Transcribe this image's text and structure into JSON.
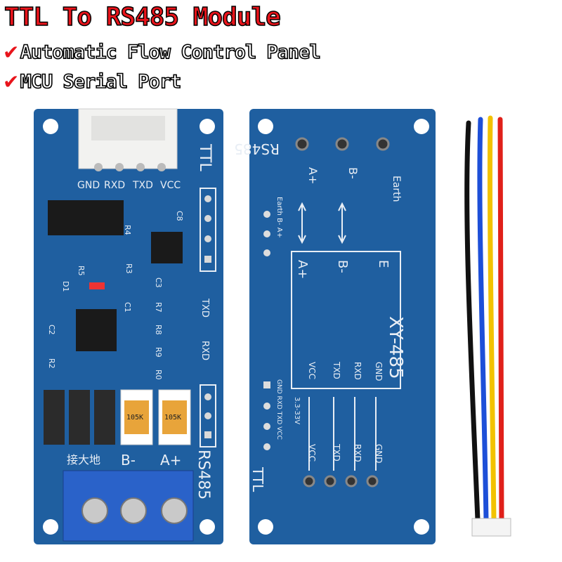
{
  "title": "TTL To RS485 Module",
  "features": [
    "Automatic Flow Control Panel",
    "MCU Serial Port"
  ],
  "colors": {
    "title": "#e8141b",
    "pcb": "#1f5fa0",
    "terminal": "#2a62c9",
    "wire_black": "#111111",
    "wire_blue": "#1d4fd8",
    "wire_yellow": "#f2c200",
    "wire_red": "#e0201a"
  },
  "left_board": {
    "pins": [
      "GND",
      "RXD",
      "TXD",
      "VCC"
    ],
    "ttl_label": "TTL",
    "rs485_label": "RS485",
    "components": [
      "C8",
      "R4",
      "R3",
      "R5",
      "D1",
      "C3",
      "C1",
      "R7",
      "R8",
      "R9",
      "R0",
      "C2",
      "R2"
    ],
    "led_labels": [
      "TXD",
      "RXD"
    ],
    "fuse_label": "105K",
    "terminal_labels": [
      "接大地",
      "B-",
      "A+"
    ]
  },
  "right_board": {
    "rs485_label": "RS485",
    "top_labels": [
      "A+",
      "B-",
      "Earth"
    ],
    "side_label": "Earth B- A+",
    "center_labels": [
      "A+",
      "B-",
      "E"
    ],
    "model": "XY-485",
    "signals": [
      "VCC",
      "TXD",
      "RXD",
      "GND"
    ],
    "voltage": "3.3-33V",
    "ttl_label": "TTL",
    "pins_label": "GND RXD TXD VCC"
  }
}
